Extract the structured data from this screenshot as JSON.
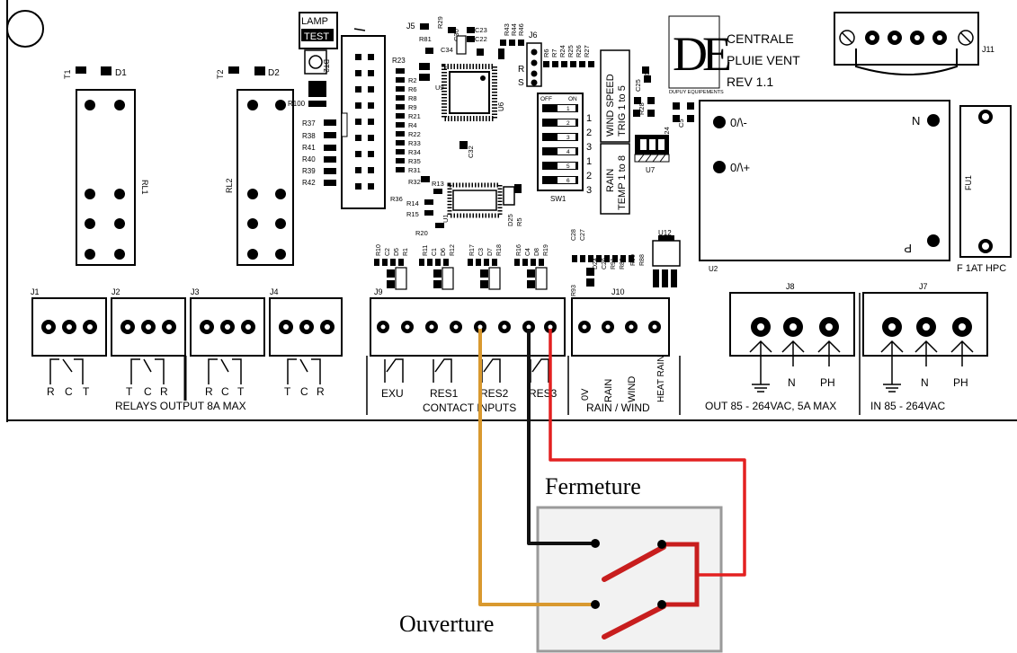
{
  "board": {
    "logo_letters": "DE",
    "logo_caption": "DUPUY EQUIPEMENTS",
    "title_lines": [
      "CENTRALE",
      "PLUIE VENT",
      "REV 1.1"
    ],
    "lamp_test": [
      "LAMP",
      "TEST"
    ],
    "fuse_label": "F 1AT HPC",
    "fuse_ref": "FU1",
    "power_labels": [
      "0/\\-",
      "0/\\+",
      "N",
      "P"
    ],
    "u2": "U2",
    "switch_labels": {
      "off": "OFF",
      "on": "ON",
      "wind_block": [
        "WIND SPEED",
        "TRIG 1 to 5"
      ],
      "rain_block": [
        "RAIN",
        "TEMP 1 to 8"
      ],
      "numbers": [
        "1",
        "2",
        "3",
        "1",
        "2",
        "3"
      ],
      "dip": [
        "1",
        "2",
        "3",
        "4",
        "5",
        "6"
      ],
      "sw": "SW1"
    },
    "components": {
      "t1": "T1",
      "d1": "D1",
      "t2": "T2",
      "d2": "D2",
      "rl1": "RL1",
      "rl2": "RL2",
      "bt2": "BT2",
      "j5": "J5",
      "j6": "J6",
      "j11": "J11",
      "u6": "U6",
      "u7": "U7",
      "u9": "U9",
      "u12": "U12",
      "rs": [
        "R",
        "S"
      ],
      "resistors_left": [
        "R100",
        "R37",
        "R38",
        "R41",
        "R40",
        "R39",
        "R42"
      ],
      "resistors_mid": [
        "R23",
        "R2",
        "R6",
        "R8",
        "R9",
        "R21",
        "R4",
        "R22",
        "R33",
        "R34",
        "R35",
        "R31",
        "R32",
        "R36"
      ],
      "top_refs": [
        "R29",
        "R81",
        "C34",
        "C30",
        "C23",
        "C22",
        "R43",
        "R44",
        "R46",
        "R6",
        "R7",
        "R24",
        "R25",
        "R26",
        "R27",
        "C25",
        "D3",
        "R28",
        "C24",
        "C5",
        "C32"
      ],
      "lower_refs": [
        "R13",
        "R14",
        "R15",
        "R20",
        "U1",
        "D25",
        "R5"
      ],
      "j9_refs": [
        "R10",
        "C2",
        "D5",
        "R1",
        "R11",
        "C1",
        "D6",
        "R12",
        "R17",
        "C3",
        "D7",
        "R18",
        "R16",
        "C4",
        "D8",
        "R19"
      ],
      "j10_refs": [
        "C28",
        "C27",
        "D24",
        "C26",
        "R91",
        "R89",
        "R90",
        "R88",
        "R93"
      ]
    },
    "connectors": [
      {
        "id": "J1",
        "pins": 3
      },
      {
        "id": "J2",
        "pins": 3
      },
      {
        "id": "J3",
        "pins": 3
      },
      {
        "id": "J4",
        "pins": 3
      },
      {
        "id": "J9",
        "pins": 8
      },
      {
        "id": "J10",
        "pins": 4
      },
      {
        "id": "J8",
        "pins": 3
      },
      {
        "id": "J7",
        "pins": 3
      }
    ],
    "relay_terms": [
      [
        "R",
        "C",
        "T"
      ],
      [
        "T",
        "C",
        "R"
      ],
      [
        "R",
        "C",
        "T"
      ],
      [
        "T",
        "C",
        "R"
      ]
    ],
    "contact_terms": [
      "EXU",
      "RES1",
      "RES2",
      "RES3"
    ],
    "rain_terms": [
      "0V",
      "RAIN",
      "WIND",
      "HEAT RAIN"
    ],
    "power_terms": [
      "N",
      "PH"
    ],
    "section_labels": {
      "relays": "RELAYS OUTPUT 8A MAX",
      "contacts": "CONTACT INPUTS",
      "rain_wind": "RAIN / WIND",
      "out": "OUT 85 - 264VAC, 5A MAX",
      "in": "IN 85 - 264VAC"
    }
  },
  "wiring": {
    "close_label": "Fermeture",
    "open_label": "Ouverture",
    "colors": {
      "orange": "#d9992f",
      "black": "#111111",
      "red": "#e32020",
      "switch_red": "#c81e1e"
    }
  }
}
